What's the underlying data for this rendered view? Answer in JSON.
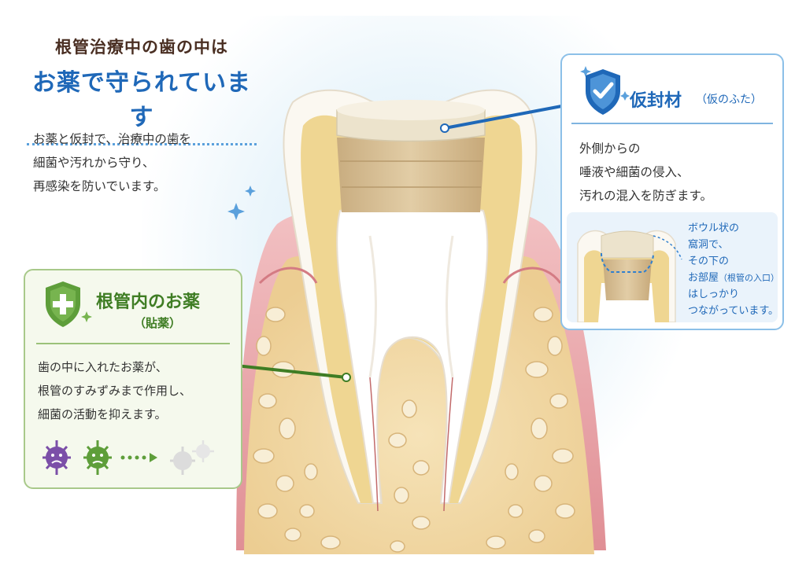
{
  "heading": {
    "line1": "根管治療中の歯の中は",
    "line2": "お薬で守られています"
  },
  "intro": {
    "lines": [
      "お薬と仮封で、治療中の歯を",
      "細菌や汚れから守り、",
      "再感染を防いでいます。"
    ]
  },
  "medicine_card": {
    "title": "根管内のお薬",
    "subtitle": "（貼薬）",
    "body": [
      "歯の中に入れたお薬が、",
      "根管のすみずみまで作用し、",
      "細菌の活動を抑えます。"
    ],
    "icons": [
      "shield-plus-icon",
      "purple-germ-icon",
      "green-germ-icon",
      "dotted-arrow-icon",
      "faded-germ-icon"
    ],
    "colors": {
      "accent": "#3f7d24",
      "border": "#a8c98a",
      "background": "#f5f9ed"
    }
  },
  "temp_seal_card": {
    "title": "仮封材",
    "title_note": "（仮のふた）",
    "body": [
      "外側からの",
      "唾液や細菌の侵入、",
      "汚れの混入を防ぎます。"
    ],
    "note_lines": [
      "ボウル状の",
      "窩洞で、",
      "その下の",
      "お部屋",
      "はしっかり",
      "つながっています。"
    ],
    "note_small": "（根管の入口）",
    "icons": [
      "shield-check-icon"
    ],
    "colors": {
      "accent": "#1f68b8",
      "border": "#8cc0e8"
    }
  },
  "illustration": {
    "subject": "tooth-cross-section",
    "colors": {
      "gum": "#e9a7ab",
      "bone": "#f1d9a8",
      "dentin": "#efd692",
      "enamel": "#fbf8f1",
      "pulp": "#ffffff",
      "seal": "#ece3cc",
      "medicine": "#d6c09b"
    }
  }
}
